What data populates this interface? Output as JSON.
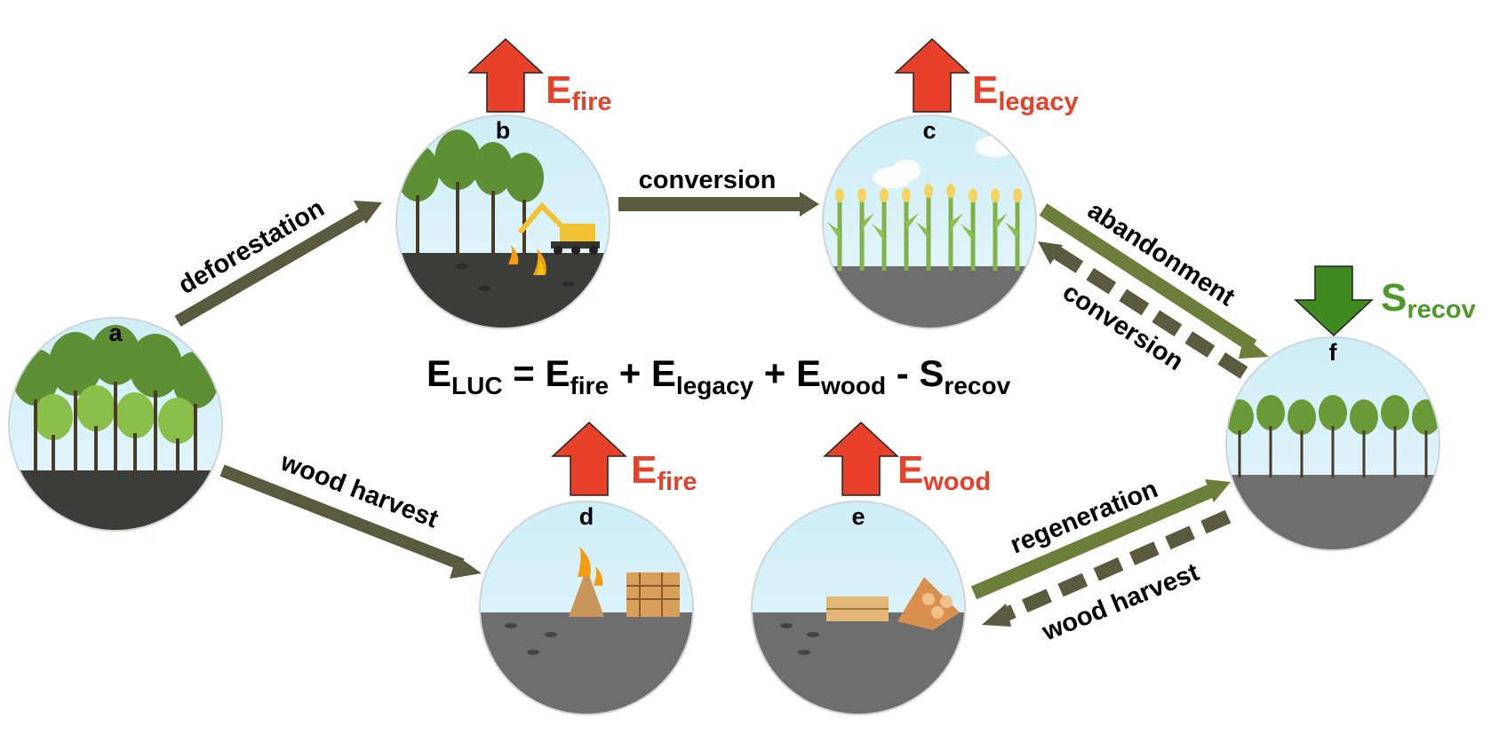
{
  "nodes": {
    "a": {
      "label": "a"
    },
    "b": {
      "label": "b"
    },
    "c": {
      "label": "c"
    },
    "d": {
      "label": "d"
    },
    "e": {
      "label": "e"
    },
    "f": {
      "label": "f"
    }
  },
  "transitions": {
    "deforestation": "deforestation",
    "conversion_bc": "conversion",
    "abandonment": "abandonment",
    "conversion_fc": "conversion",
    "wood_harvest_ad": "wood harvest",
    "regeneration": "regeneration",
    "wood_harvest_fe": "wood harvest"
  },
  "fluxes": {
    "b": {
      "main": "E",
      "sub": "fire"
    },
    "c": {
      "main": "E",
      "sub": "legacy"
    },
    "d": {
      "main": "E",
      "sub": "fire"
    },
    "e": {
      "main": "E",
      "sub": "wood"
    },
    "f": {
      "main": "S",
      "sub": "recov"
    }
  },
  "equation": {
    "lhs_main": "E",
    "lhs_sub": "LUC",
    "eq": " = ",
    "t1_main": "E",
    "t1_sub": "fire",
    "op1": " + ",
    "t2_main": "E",
    "t2_sub": "legacy",
    "op2": " + ",
    "t3_main": "E",
    "t3_sub": "wood",
    "op3": " - ",
    "t4_main": "S",
    "t4_sub": "recov"
  },
  "colors": {
    "emission_arrow": "#e8412a",
    "sink_arrow": "#3f8a1f",
    "emission_text": "#e8412a",
    "sink_text": "#4d9a2a",
    "transition_arrow_dark": "#5c5a3e",
    "transition_arrow_green": "#6b7f3a",
    "sky": "#d8f0f8",
    "dark_ground": "#3b3d38",
    "grey_ground": "#6e6e6e"
  }
}
